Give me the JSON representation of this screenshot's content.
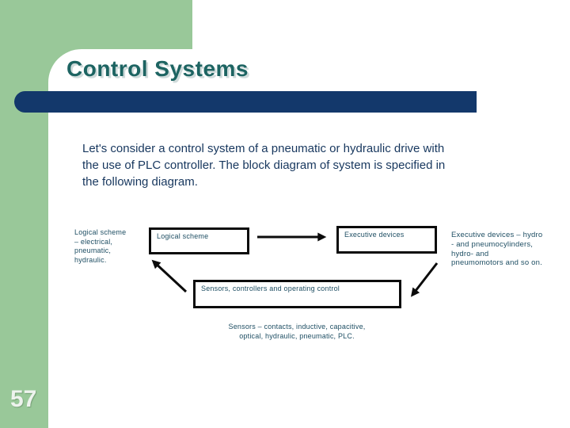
{
  "slide": {
    "title": "Control Systems",
    "page_number": "57",
    "paragraph": "Let's consider a control system of a pneumatic or hydraulic drive with\nthe use of PLC controller. The block diagram of system is specified in\nthe following diagram.",
    "diagram": {
      "left_note": "Logical scheme\n– electrical,\npneumatic,\nhydraulic.",
      "logical_box_label": "Logical scheme",
      "executive_box_label": "Executive devices",
      "sensors_box_label": "Sensors, controllers and operating control",
      "right_note": "Executive devices – hydro\n- and pneumocylinders,\nhydro- and\npneumomotors and so on.",
      "caption": "Sensors – contacts, inductive, capacitive,\noptical, hydraulic, pneumatic, PLC."
    },
    "colors": {
      "sidebar_green": "#99c899",
      "bar_navy": "#13386b",
      "title_teal": "#1d6462",
      "body_text": "#17375e",
      "diagram_text": "#1e4e63",
      "box_border": "#0b0b0b",
      "page_number_text": "#eef3ee"
    }
  }
}
